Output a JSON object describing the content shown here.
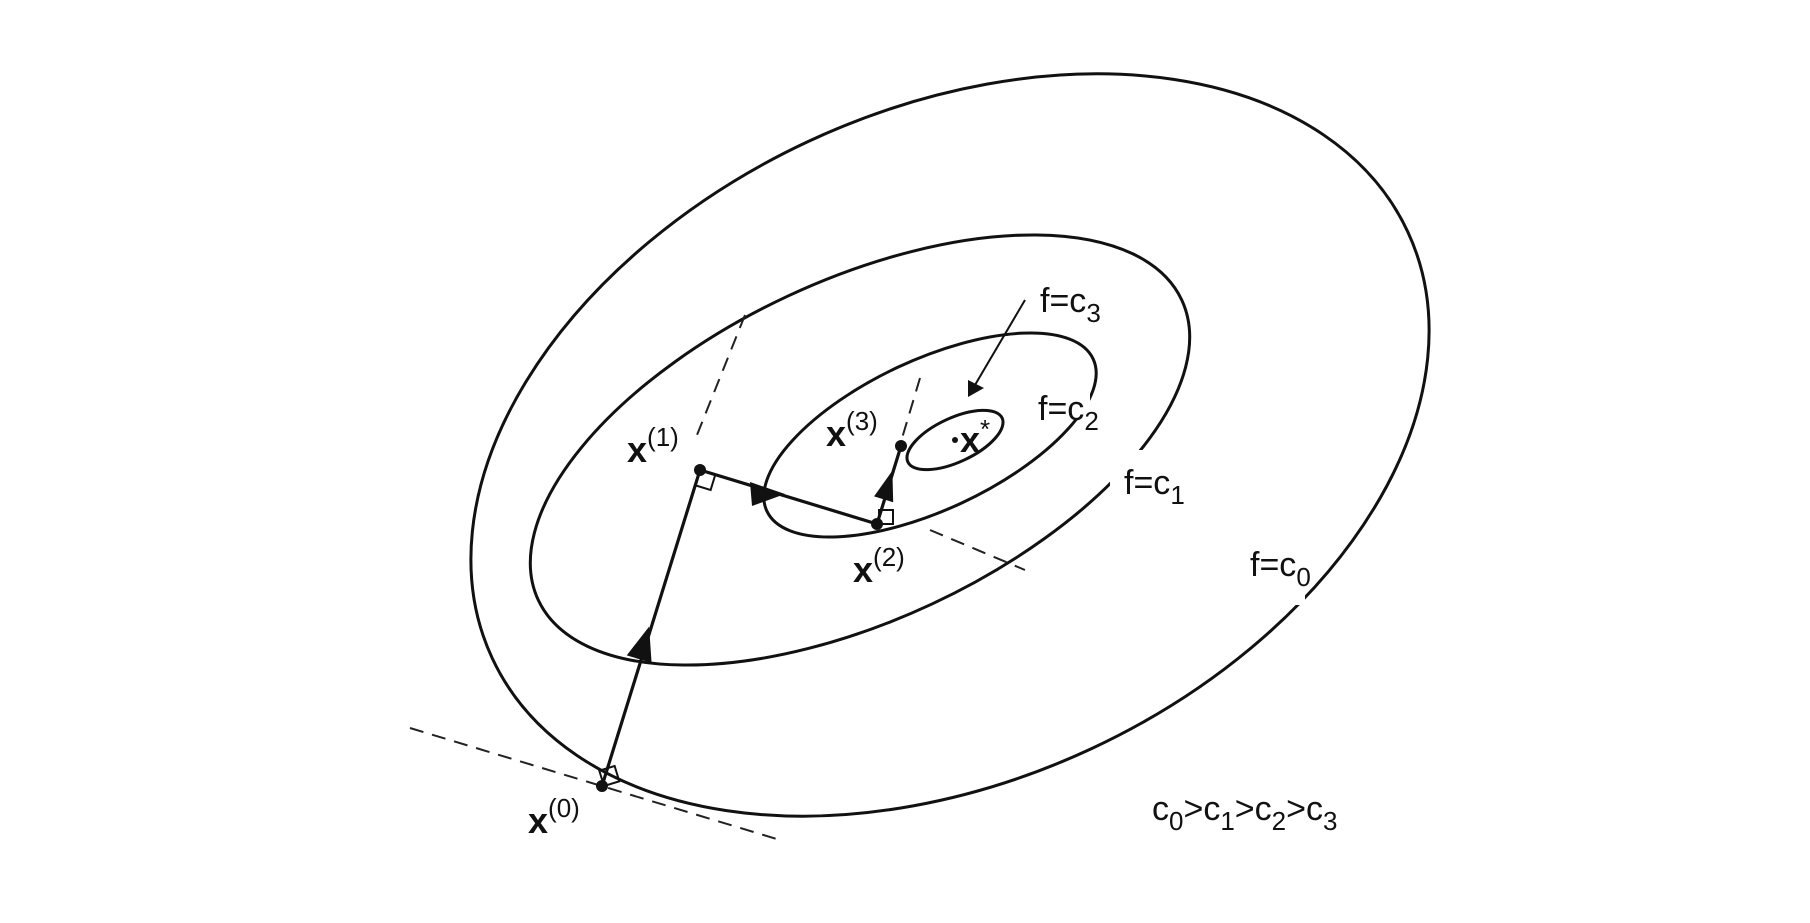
{
  "points": [
    {
      "id": "x0",
      "base": "x",
      "sup": "(0)"
    },
    {
      "id": "x1",
      "base": "x",
      "sup": "(1)"
    },
    {
      "id": "x2",
      "base": "x",
      "sup": "(2)"
    },
    {
      "id": "x3",
      "base": "x",
      "sup": "(3)"
    },
    {
      "id": "xstar",
      "base": "x",
      "sup": "*"
    }
  ],
  "levels": [
    {
      "id": "c0",
      "prefix": "f=c",
      "sub": "0"
    },
    {
      "id": "c1",
      "prefix": "f=c",
      "sub": "1"
    },
    {
      "id": "c2",
      "prefix": "f=c",
      "sub": "2"
    },
    {
      "id": "c3",
      "prefix": "f=c",
      "sub": "3"
    }
  ],
  "ordering": {
    "parts": [
      {
        "base": "c",
        "sub": "0"
      },
      {
        "op": ">"
      },
      {
        "base": "c",
        "sub": "1"
      },
      {
        "op": ">"
      },
      {
        "base": "c",
        "sub": "2"
      },
      {
        "op": ">"
      },
      {
        "base": "c",
        "sub": "3"
      }
    ]
  }
}
